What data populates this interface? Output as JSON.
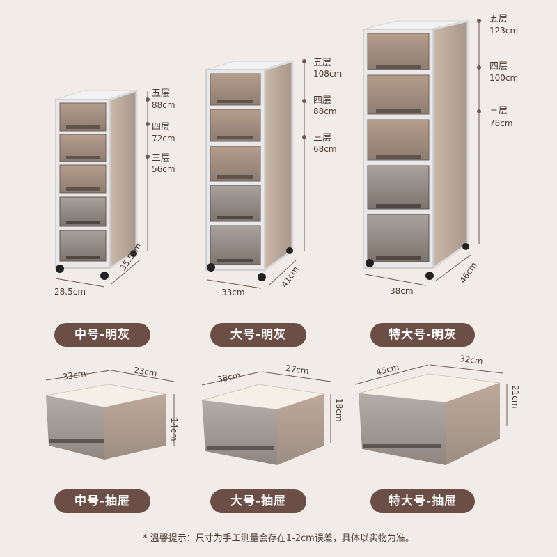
{
  "cabinets": [
    {
      "name": "中号-明灰",
      "layers": [
        {
          "label": "五层",
          "height": "88cm"
        },
        {
          "label": "四层",
          "height": "72cm"
        },
        {
          "label": "三层",
          "height": "56cm"
        }
      ],
      "width": "28.5cm",
      "depth": "35.5cm"
    },
    {
      "name": "大号-明灰",
      "layers": [
        {
          "label": "五层",
          "height": "108cm"
        },
        {
          "label": "四层",
          "height": "88cm"
        },
        {
          "label": "三层",
          "height": "68cm"
        }
      ],
      "width": "33cm",
      "depth": "41cm"
    },
    {
      "name": "特大号-明灰",
      "layers": [
        {
          "label": "五层",
          "height": "123cm"
        },
        {
          "label": "四层",
          "height": "100cm"
        },
        {
          "label": "三层",
          "height": "78cm"
        }
      ],
      "width": "38cm",
      "depth": "46cm"
    }
  ],
  "drawers": [
    {
      "name": "中号-抽屉",
      "length": "33cm",
      "width": "23cm",
      "height": "14cm"
    },
    {
      "name": "大号-抽屉",
      "length": "38cm",
      "width": "27cm",
      "height": "18cm"
    },
    {
      "name": "特大号-抽屉",
      "length": "45cm",
      "width": "32cm",
      "height": "21cm"
    }
  ],
  "note": "* 温馨提示：尺寸为手工测量会存在1-2cm误差，具体以实物为准。",
  "colors": {
    "background": "#f1ece7",
    "pill": "#6b4f46",
    "frame": "#e6e6e8",
    "drawer_tint": "#9a8a7e",
    "text": "#4a3a33"
  }
}
